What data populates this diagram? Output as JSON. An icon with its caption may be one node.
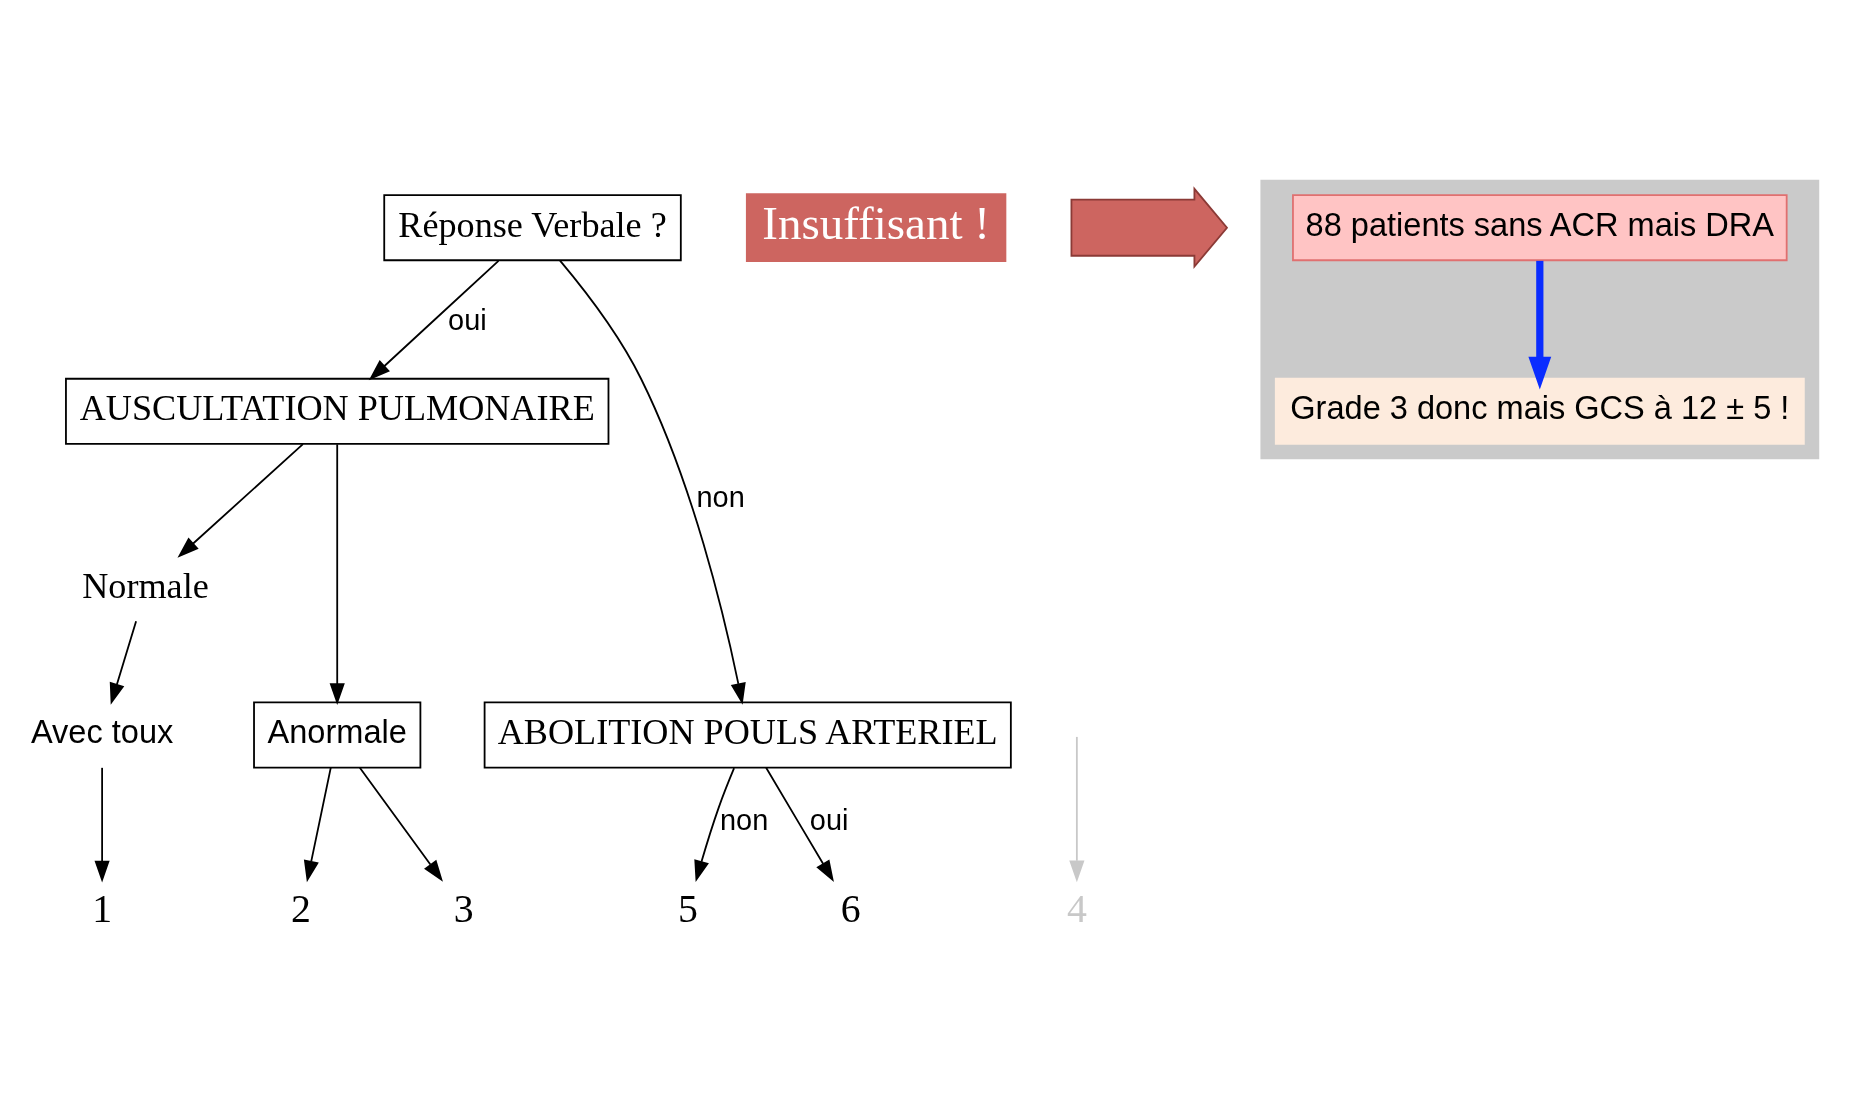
{
  "diagram": {
    "nodes": [
      {
        "text": [
          "Réponse Verbale ?"
        ]
      },
      {
        "text": [
          "AUSCULTATION PULMONAIRE"
        ]
      },
      {
        "text": [
          "ABOLITION POULS ARTERIEL"
        ]
      },
      {
        "text": [
          "Normale"
        ]
      },
      {
        "text": [
          "Anormale"
        ]
      },
      {
        "text": [
          "Avec toux"
        ]
      },
      {
        "text": [
          "1"
        ]
      },
      {
        "text": [
          "2"
        ]
      },
      {
        "text": [
          "3"
        ]
      },
      {
        "text": [
          "4"
        ]
      },
      {
        "text": [
          "5"
        ]
      },
      {
        "text": [
          "6"
        ]
      },
      {
        "text": [
          "Insuffisant !"
        ]
      },
      {
        "text": [],
        "shape": "arrow"
      },
      {
        "text": [],
        "shape": "box"
      },
      {
        "text": [
          "88 patients sans ACR mais DRA"
        ],
        "in": 14
      },
      {
        "text": [
          "Grade 3 donc mais GCS à 12 ± 5 !"
        ],
        "in": 14
      }
    ],
    "edges": [
      {
        "from": 0,
        "to": 1,
        "arrow": "to",
        "label": "oui"
      },
      {
        "from": 0,
        "to": 2,
        "arrow": "to",
        "label": "non"
      },
      {
        "from": 1,
        "to": 3,
        "arrow": "to"
      },
      {
        "from": 1,
        "to": 4,
        "arrow": "to"
      },
      {
        "from": 3,
        "to": 5,
        "arrow": "to"
      },
      {
        "from": 5,
        "to": 6,
        "arrow": "to"
      },
      {
        "from": 4,
        "to": 7,
        "arrow": "to"
      },
      {
        "from": 4,
        "to": 8,
        "arrow": "to"
      },
      {
        "from": null,
        "to": 9,
        "arrow": "to",
        "color": "#c8c8c8"
      },
      {
        "from": 2,
        "to": 10,
        "arrow": "to",
        "label": "non"
      },
      {
        "from": 2,
        "to": 11,
        "arrow": "to",
        "label": "oui"
      },
      {
        "from": 15,
        "to": 16,
        "arrow": "to",
        "style": "thick",
        "color": "#0a2cff"
      }
    ]
  }
}
